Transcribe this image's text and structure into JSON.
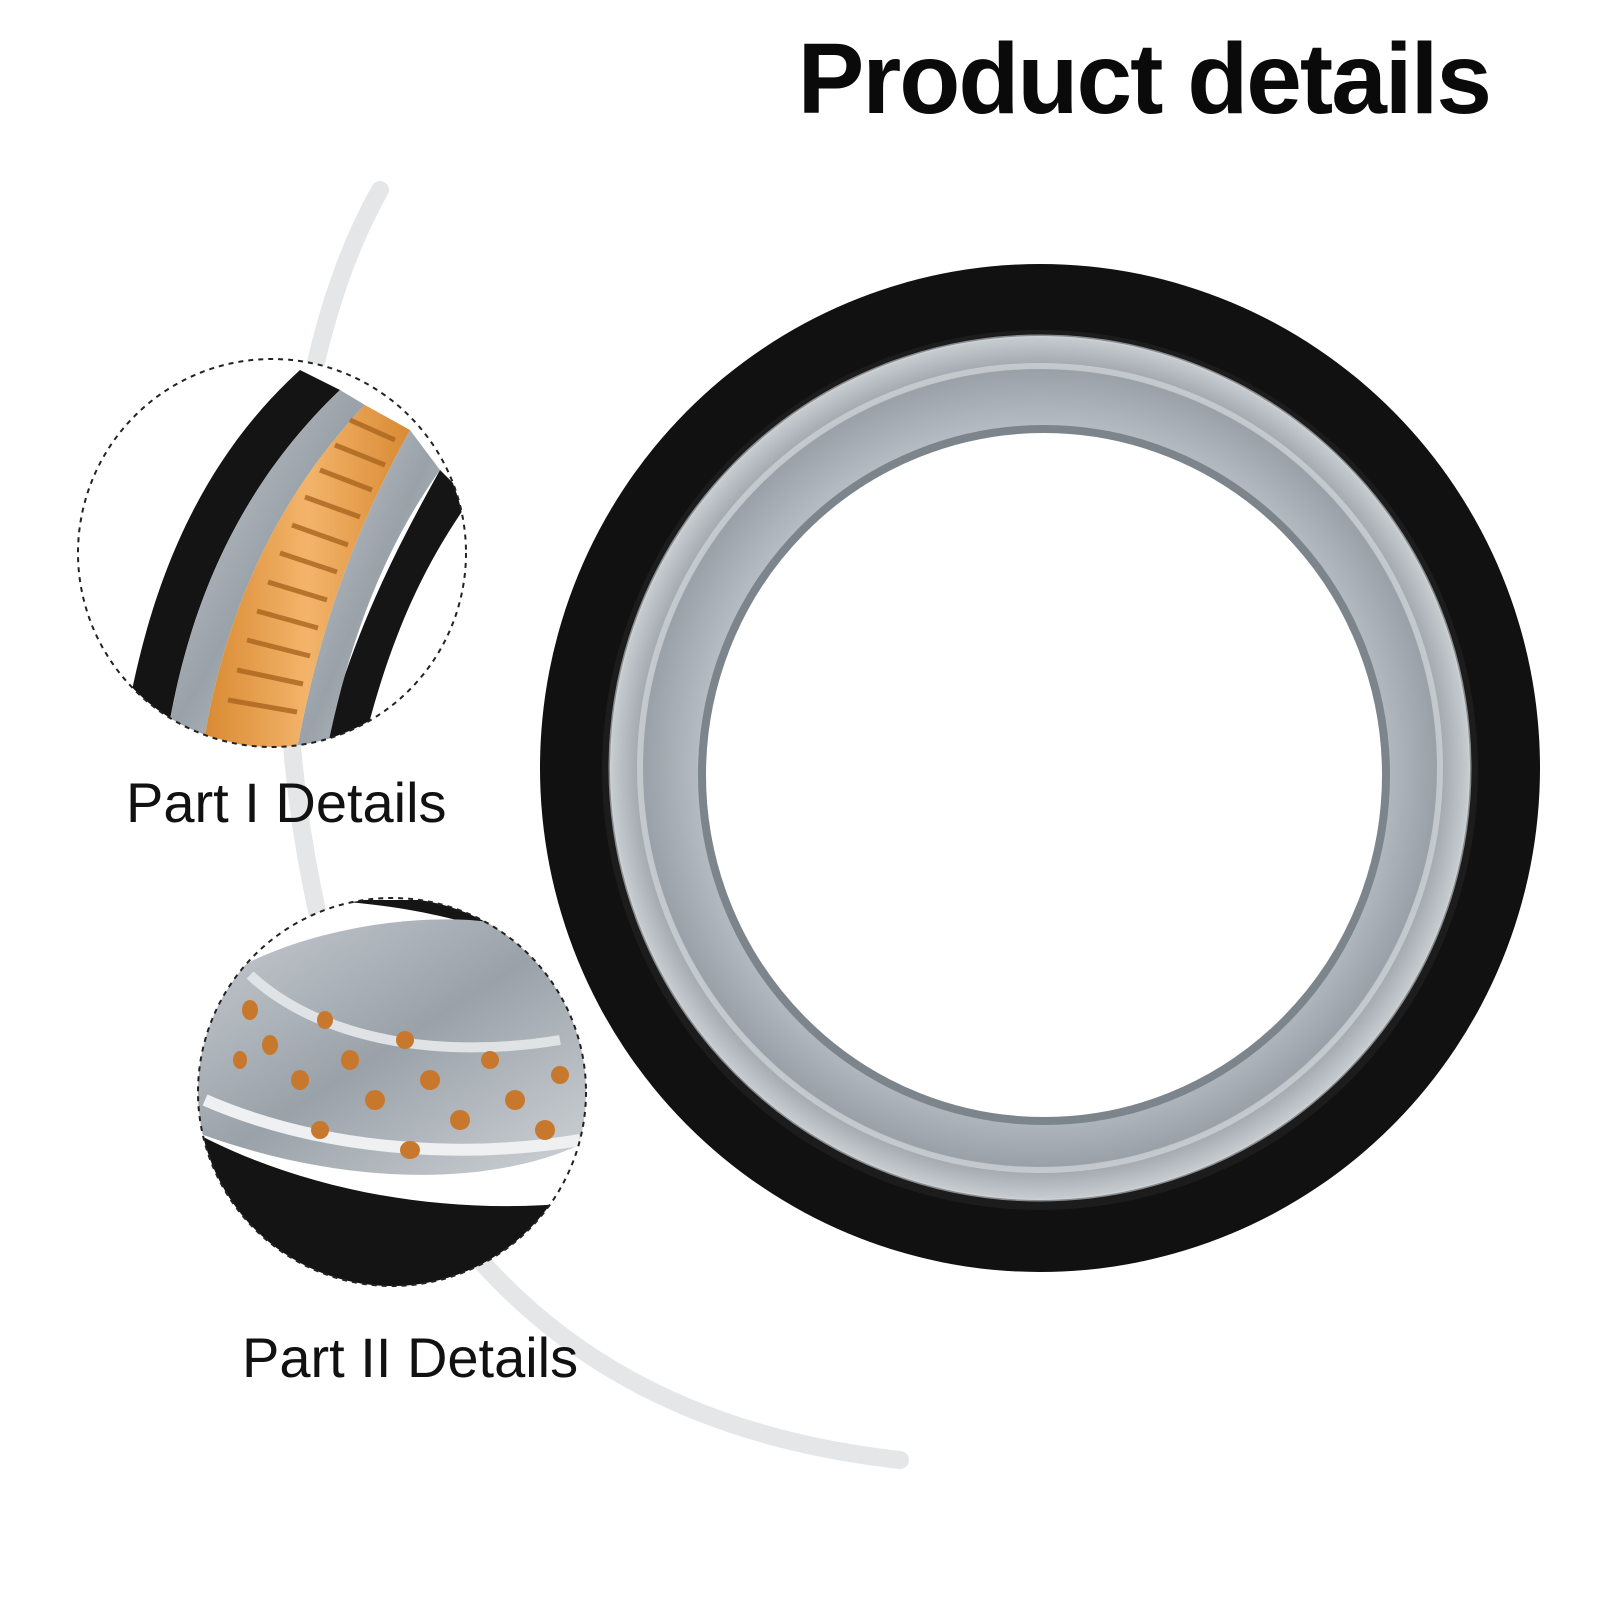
{
  "title": "Product details",
  "details": [
    {
      "label": "Part I Details",
      "content": "pleated orange filter paper between metal rims and black rubber seal"
    },
    {
      "label": "Part II Details",
      "content": "perforated metal inner tube over orange filter media with black rubber seal"
    }
  ],
  "colors": {
    "background": "#ffffff",
    "rubber": "#111111",
    "metal": "#a9b0b6",
    "filter_paper": "#e9a24e",
    "text": "#0a0a0a"
  }
}
